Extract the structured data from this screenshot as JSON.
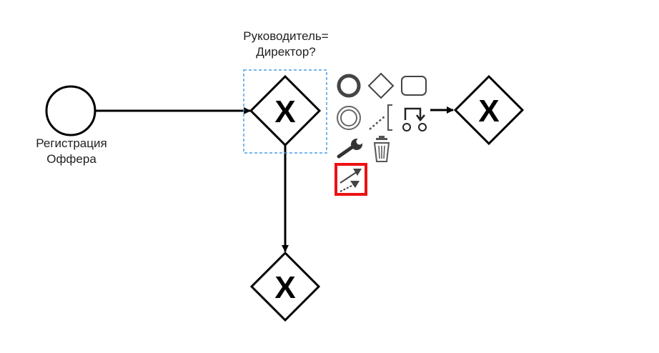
{
  "diagram": {
    "start_event": {
      "label_line1": "Регистрация",
      "label_line2": "Оффера"
    },
    "selected_gateway": {
      "label_line1": "Руководитель=",
      "label_line2": "Директор?"
    },
    "gateway_marker": "X"
  },
  "context_pad": {
    "items": [
      {
        "name": "append-end-event",
        "icon": "bold-circle-icon"
      },
      {
        "name": "append-gateway",
        "icon": "diamond-icon"
      },
      {
        "name": "append-task",
        "icon": "rounded-rect-icon"
      },
      {
        "name": "append-intermediate-event",
        "icon": "double-circle-icon"
      },
      {
        "name": "append-text-annotation",
        "icon": "annotation-icon"
      },
      {
        "name": "append-subprocess",
        "icon": "loop-icon"
      },
      {
        "name": "change-type",
        "icon": "wrench-icon"
      },
      {
        "name": "delete",
        "icon": "trash-icon"
      },
      {
        "name": "connect",
        "icon": "connect-icon",
        "highlighted": true
      }
    ]
  },
  "colors": {
    "stroke": "#000000",
    "selection": "#4a9ee6",
    "highlight": "#ee1111",
    "pad_icon": "#555555"
  }
}
